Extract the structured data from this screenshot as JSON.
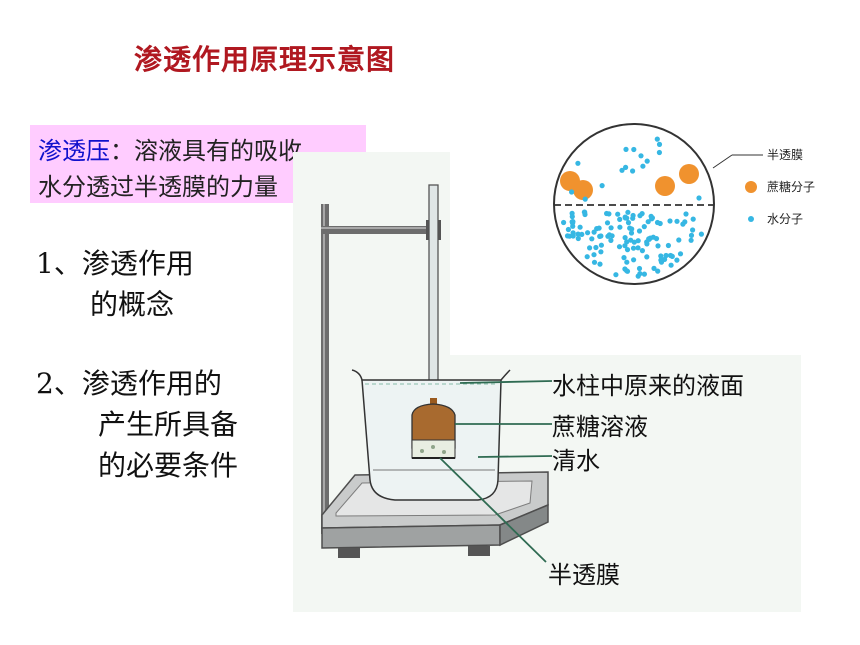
{
  "title": "渗透作用原理示意图",
  "definition": {
    "term": "渗透压",
    "colon": "：",
    "line1_rest": "溶液具有的吸收",
    "line2": "水分透过半透膜的力量"
  },
  "points": [
    {
      "lines": [
        "1、渗透作用",
        "的概念"
      ]
    },
    {
      "lines": [
        "2、渗透作用的",
        "产生所具备",
        "的必要条件"
      ]
    }
  ],
  "apparatus_labels": {
    "original_level": "水柱中原来的液面",
    "sucrose_solution": "蔗糖溶液",
    "water": "清水",
    "membrane": "半透膜"
  },
  "microscope_legend": {
    "membrane": "半透膜",
    "sucrose_molecule": "蔗糖分子",
    "water_molecule": "水分子"
  },
  "colors": {
    "title": "#b01820",
    "definition_bg": "#ffccff",
    "definition_term": "#1010cc",
    "sucrose": "#f0922e",
    "water_molecule": "#36b7e3",
    "photo_bg": "#f3f7f3",
    "leader_line": "#2f6b52"
  }
}
